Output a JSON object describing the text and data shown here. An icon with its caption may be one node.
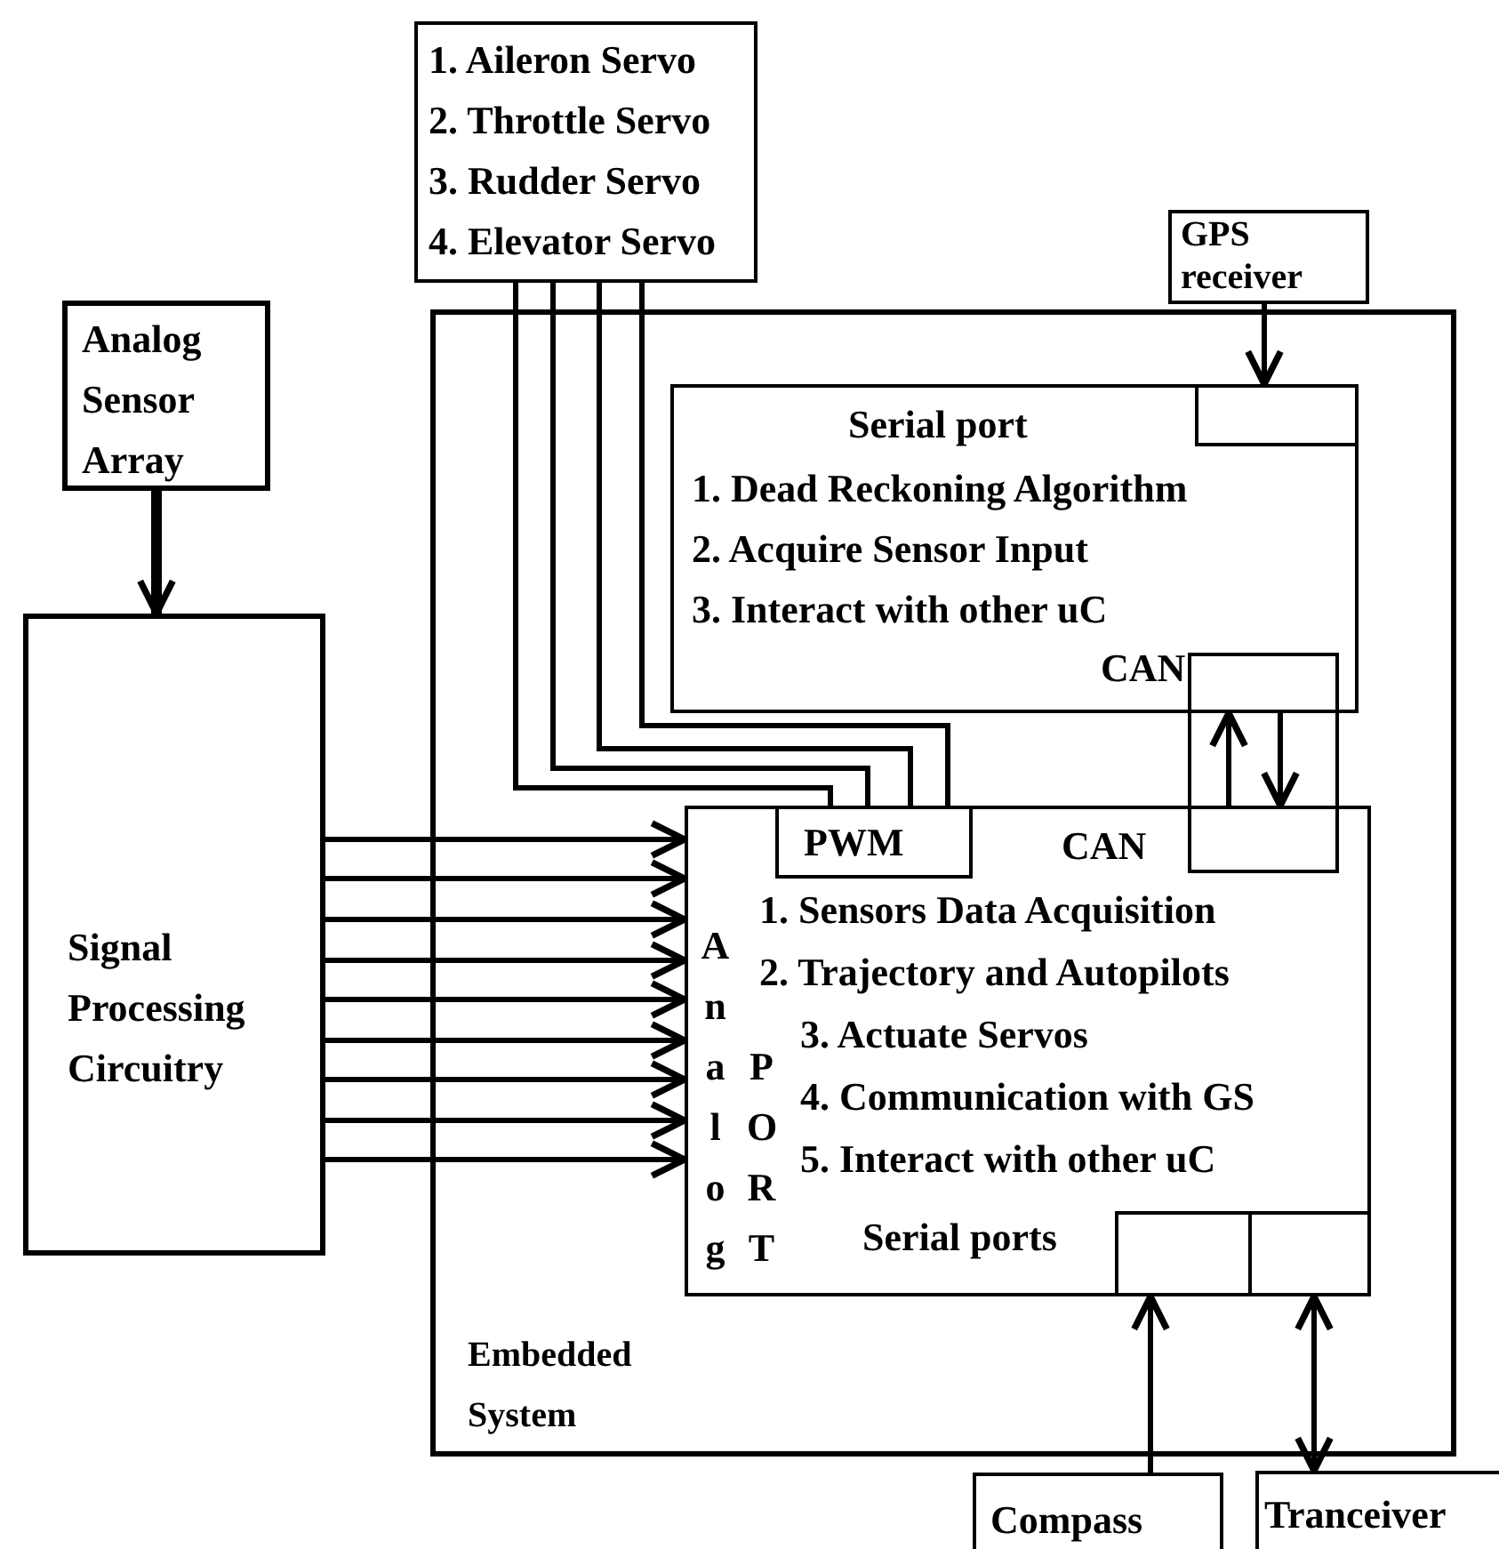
{
  "diagram": {
    "nodes": [
      {
        "text": [
          "1. Aileron Servo",
          "2. Throttle Servo",
          "3. Rudder Servo",
          "4. Elevator Servo"
        ]
      },
      {
        "text": [
          "GPS receiver"
        ]
      },
      {
        "text": [
          "Analog Sensor Array"
        ]
      },
      {
        "text": [
          "Signal Processing Circuitry"
        ]
      },
      {
        "text": [
          "Embedded System"
        ]
      },
      {
        "text": [
          "Serial port",
          "1. Dead Reckoning Algorithm",
          "2. Acquire Sensor Input",
          "3. Interact with other uC",
          "CAN"
        ],
        "in": 4
      },
      {
        "text": [],
        "shape": "box",
        "in": 5
      },
      {
        "text": [
          "CAN",
          "1. Sensors Data Acquisition",
          "2. Trajectory and Autopilots",
          "3. Actuate Servos",
          "4. Communication with GS",
          "5. Interact with other uC",
          "Analog",
          "PORT",
          "Serial ports"
        ],
        "in": 4
      },
      {
        "text": [
          "PWM"
        ],
        "in": 7
      },
      {
        "text": [],
        "shape": "box",
        "in": 7
      },
      {
        "text": [],
        "shape": "box",
        "in": 7
      },
      {
        "text": [],
        "shape": "box",
        "in": 5
      },
      {
        "text": [],
        "shape": "box",
        "in": 7
      },
      {
        "text": [
          "Compass"
        ]
      },
      {
        "text": [
          "Tranceiver"
        ]
      }
    ],
    "edges": [
      {
        "from": 0,
        "to": 8,
        "arrow": "none"
      },
      {
        "from": 0,
        "to": 8,
        "arrow": "none"
      },
      {
        "from": 0,
        "to": 8,
        "arrow": "none"
      },
      {
        "from": 0,
        "to": 8,
        "arrow": "none"
      },
      {
        "from": 1,
        "to": 6,
        "arrow": "to"
      },
      {
        "from": 2,
        "to": 3,
        "arrow": "to",
        "style": "thick"
      },
      {
        "from": 3,
        "to": 7,
        "arrow": "to"
      },
      {
        "from": 3,
        "to": 7,
        "arrow": "to"
      },
      {
        "from": 3,
        "to": 7,
        "arrow": "to"
      },
      {
        "from": 3,
        "to": 7,
        "arrow": "to"
      },
      {
        "from": 3,
        "to": 7,
        "arrow": "to"
      },
      {
        "from": 3,
        "to": 7,
        "arrow": "to"
      },
      {
        "from": 3,
        "to": 7,
        "arrow": "to"
      },
      {
        "from": 3,
        "to": 7,
        "arrow": "to"
      },
      {
        "from": 3,
        "to": 7,
        "arrow": "to"
      },
      {
        "from": 12,
        "to": 11,
        "arrow": "to"
      },
      {
        "from": 11,
        "to": 12,
        "arrow": "to"
      },
      {
        "from": 13,
        "to": 9,
        "arrow": "to"
      },
      {
        "from": 14,
        "to": 10,
        "arrow": "both"
      }
    ]
  }
}
